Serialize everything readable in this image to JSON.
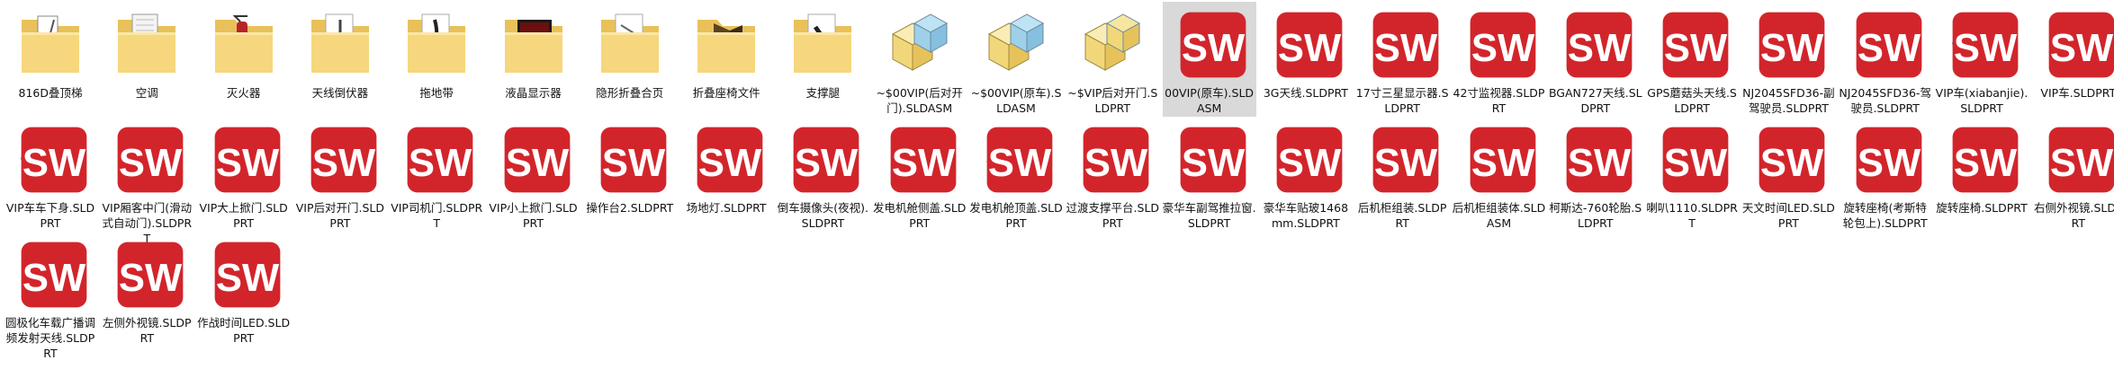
{
  "explorer": {
    "selected_index": 12,
    "items": [
      {
        "label": "816D叠顶梯",
        "icon": "folder-icon",
        "preview": "ladder"
      },
      {
        "label": "空调",
        "icon": "folder-icon",
        "preview": "aircon"
      },
      {
        "label": "灭火器",
        "icon": "folder-icon",
        "preview": "extinguisher"
      },
      {
        "label": "天线倒伏器",
        "icon": "folder-icon",
        "preview": "antenna-lowerer"
      },
      {
        "label": "拖地带",
        "icon": "folder-icon",
        "preview": "ground-strap"
      },
      {
        "label": "液晶显示器",
        "icon": "folder-icon",
        "preview": "lcd"
      },
      {
        "label": "隐形折叠合页",
        "icon": "folder-icon",
        "preview": "hinge"
      },
      {
        "label": "折叠座椅文件",
        "icon": "folder-icon",
        "preview": "seat"
      },
      {
        "label": "支撑腿",
        "icon": "folder-icon",
        "preview": "leg"
      },
      {
        "label": "~$00VIP(后对开门).SLDASM",
        "icon": "assembly-icon",
        "preview": "asm-blue"
      },
      {
        "label": "~$00VIP(原车).SLDASM",
        "icon": "assembly-icon",
        "preview": "asm-blue"
      },
      {
        "label": "~$VIP后对开门.SLDPRT",
        "icon": "part-icon",
        "preview": "part-yellow"
      },
      {
        "label": "00VIP(原车).SLDASM",
        "icon": "sw-file-icon",
        "preview": "van"
      },
      {
        "label": "3G天线.SLDPRT",
        "icon": "sw-file-icon",
        "preview": "antenna"
      },
      {
        "label": "17寸三星显示器.SLDPRT",
        "icon": "sw-file-icon",
        "preview": "monitor17"
      },
      {
        "label": "42寸监视器.SLDPRT",
        "icon": "sw-file-icon",
        "preview": "monitor42"
      },
      {
        "label": "BGAN727天线.SLDPRT",
        "icon": "sw-file-icon",
        "preview": "dome"
      },
      {
        "label": "GPS蘑菇头天线.SLDPRT",
        "icon": "sw-file-icon",
        "preview": "mushroom"
      },
      {
        "label": "NJ2045SFD36-副驾驶员.SLDPRT",
        "icon": "sw-file-icon",
        "preview": "seat-car"
      },
      {
        "label": "NJ2045SFD36-驾驶员.SLDPRT",
        "icon": "sw-file-icon",
        "preview": "seat-car"
      },
      {
        "label": "VIP车(xiabanjie).SLDPRT",
        "icon": "sw-file-icon",
        "preview": "frame"
      },
      {
        "label": "VIP车.SLDPRT",
        "icon": "sw-file-icon",
        "preview": "van"
      },
      {
        "label": "VIP车车下身.SLDPRT",
        "icon": "sw-file-icon",
        "preview": "frame"
      },
      {
        "label": "VIP厢客中门(滑动式自动门).SLDPRT",
        "icon": "sw-file-icon",
        "preview": "door-white"
      },
      {
        "label": "VIP大上掀门.SLDPRT",
        "icon": "sw-file-icon",
        "preview": "panel-brown"
      },
      {
        "label": "VIP后对开门.SLDPRT",
        "icon": "sw-file-icon",
        "preview": "panel-brown"
      },
      {
        "label": "VIP司机门.SLDPRT",
        "icon": "sw-file-icon",
        "preview": "driver-door"
      },
      {
        "label": "VIP小上掀门.SLDPRT",
        "icon": "sw-file-icon",
        "preview": "panel-brown"
      },
      {
        "label": "操作台2.SLDPRT",
        "icon": "sw-file-icon",
        "preview": "table"
      },
      {
        "label": "场地灯.SLDPRT",
        "icon": "sw-file-icon",
        "preview": "light"
      },
      {
        "label": "倒车摄像头(夜视).SLDPRT",
        "icon": "sw-file-icon",
        "preview": "camera"
      },
      {
        "label": "发电机舱侧盖.SLDPRT",
        "icon": "sw-file-icon",
        "preview": "gen-side"
      },
      {
        "label": "发电机舱顶盖.SLDPRT",
        "icon": "sw-file-icon",
        "preview": "gen-top"
      },
      {
        "label": "过渡支撑平台.SLDPRT",
        "icon": "sw-file-icon",
        "preview": "platform"
      },
      {
        "label": "豪华车副驾推拉窗.SLDPRT",
        "icon": "sw-file-icon",
        "preview": "small-window"
      },
      {
        "label": "豪华车贴玻1468mm.SLDPRT",
        "icon": "sw-file-icon",
        "preview": "glass"
      },
      {
        "label": "后机柜组装.SLDPRT",
        "icon": "sw-file-icon",
        "preview": "cabinet"
      },
      {
        "label": "后机柜组装体.SLDASM",
        "icon": "sw-file-icon",
        "preview": "cabinet-dark"
      },
      {
        "label": "柯斯达-760轮胎.SLDPRT",
        "icon": "sw-file-icon",
        "preview": "chassis"
      },
      {
        "label": "喇叭1110.SLDPRT",
        "icon": "sw-file-icon",
        "preview": "horn"
      },
      {
        "label": "天文时间LED.SLDPRT",
        "icon": "sw-file-icon",
        "preview": "led"
      },
      {
        "label": "旋转座椅(考斯特轮包上).SLDPRT",
        "icon": "sw-file-icon",
        "preview": "seat-car"
      },
      {
        "label": "旋转座椅.SLDPRT",
        "icon": "sw-file-icon",
        "preview": "seat-car"
      },
      {
        "label": "右侧外视镜.SLDPRT",
        "icon": "sw-file-icon",
        "preview": "mirror-r"
      },
      {
        "label": "圆极化车载广播调频发射天线.SLDPRT",
        "icon": "sw-file-icon",
        "preview": "broadcast-antenna"
      },
      {
        "label": "左侧外视镜.SLDPRT",
        "icon": "sw-file-icon",
        "preview": "mirror-l"
      },
      {
        "label": "作战时间LED.SLDPRT",
        "icon": "sw-file-icon",
        "preview": "led"
      }
    ]
  }
}
